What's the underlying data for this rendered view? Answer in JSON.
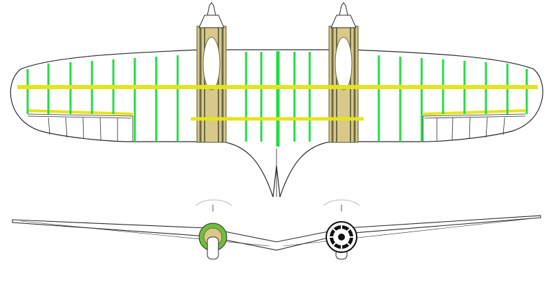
{
  "diagram": {
    "views": [
      "plan-view",
      "front-view"
    ],
    "colors": {
      "outline": "#2a2a2a",
      "rib": "#22dd44",
      "rib_center": "#1ec83c",
      "spar": "#e4e41e",
      "nacelle_wood": "#d8c88a",
      "nacelle_frame": "#6b6b45",
      "nacelle_highlight": "#6fbf3a",
      "cowl": "#111111"
    },
    "plan_view": {
      "rib_count": 21,
      "main_spar": "full-span",
      "rear_spar": "center-section",
      "engines": 2,
      "flaps": 2
    },
    "front_view": {
      "engines": 2,
      "left_nacelle_highlighted": true
    }
  }
}
